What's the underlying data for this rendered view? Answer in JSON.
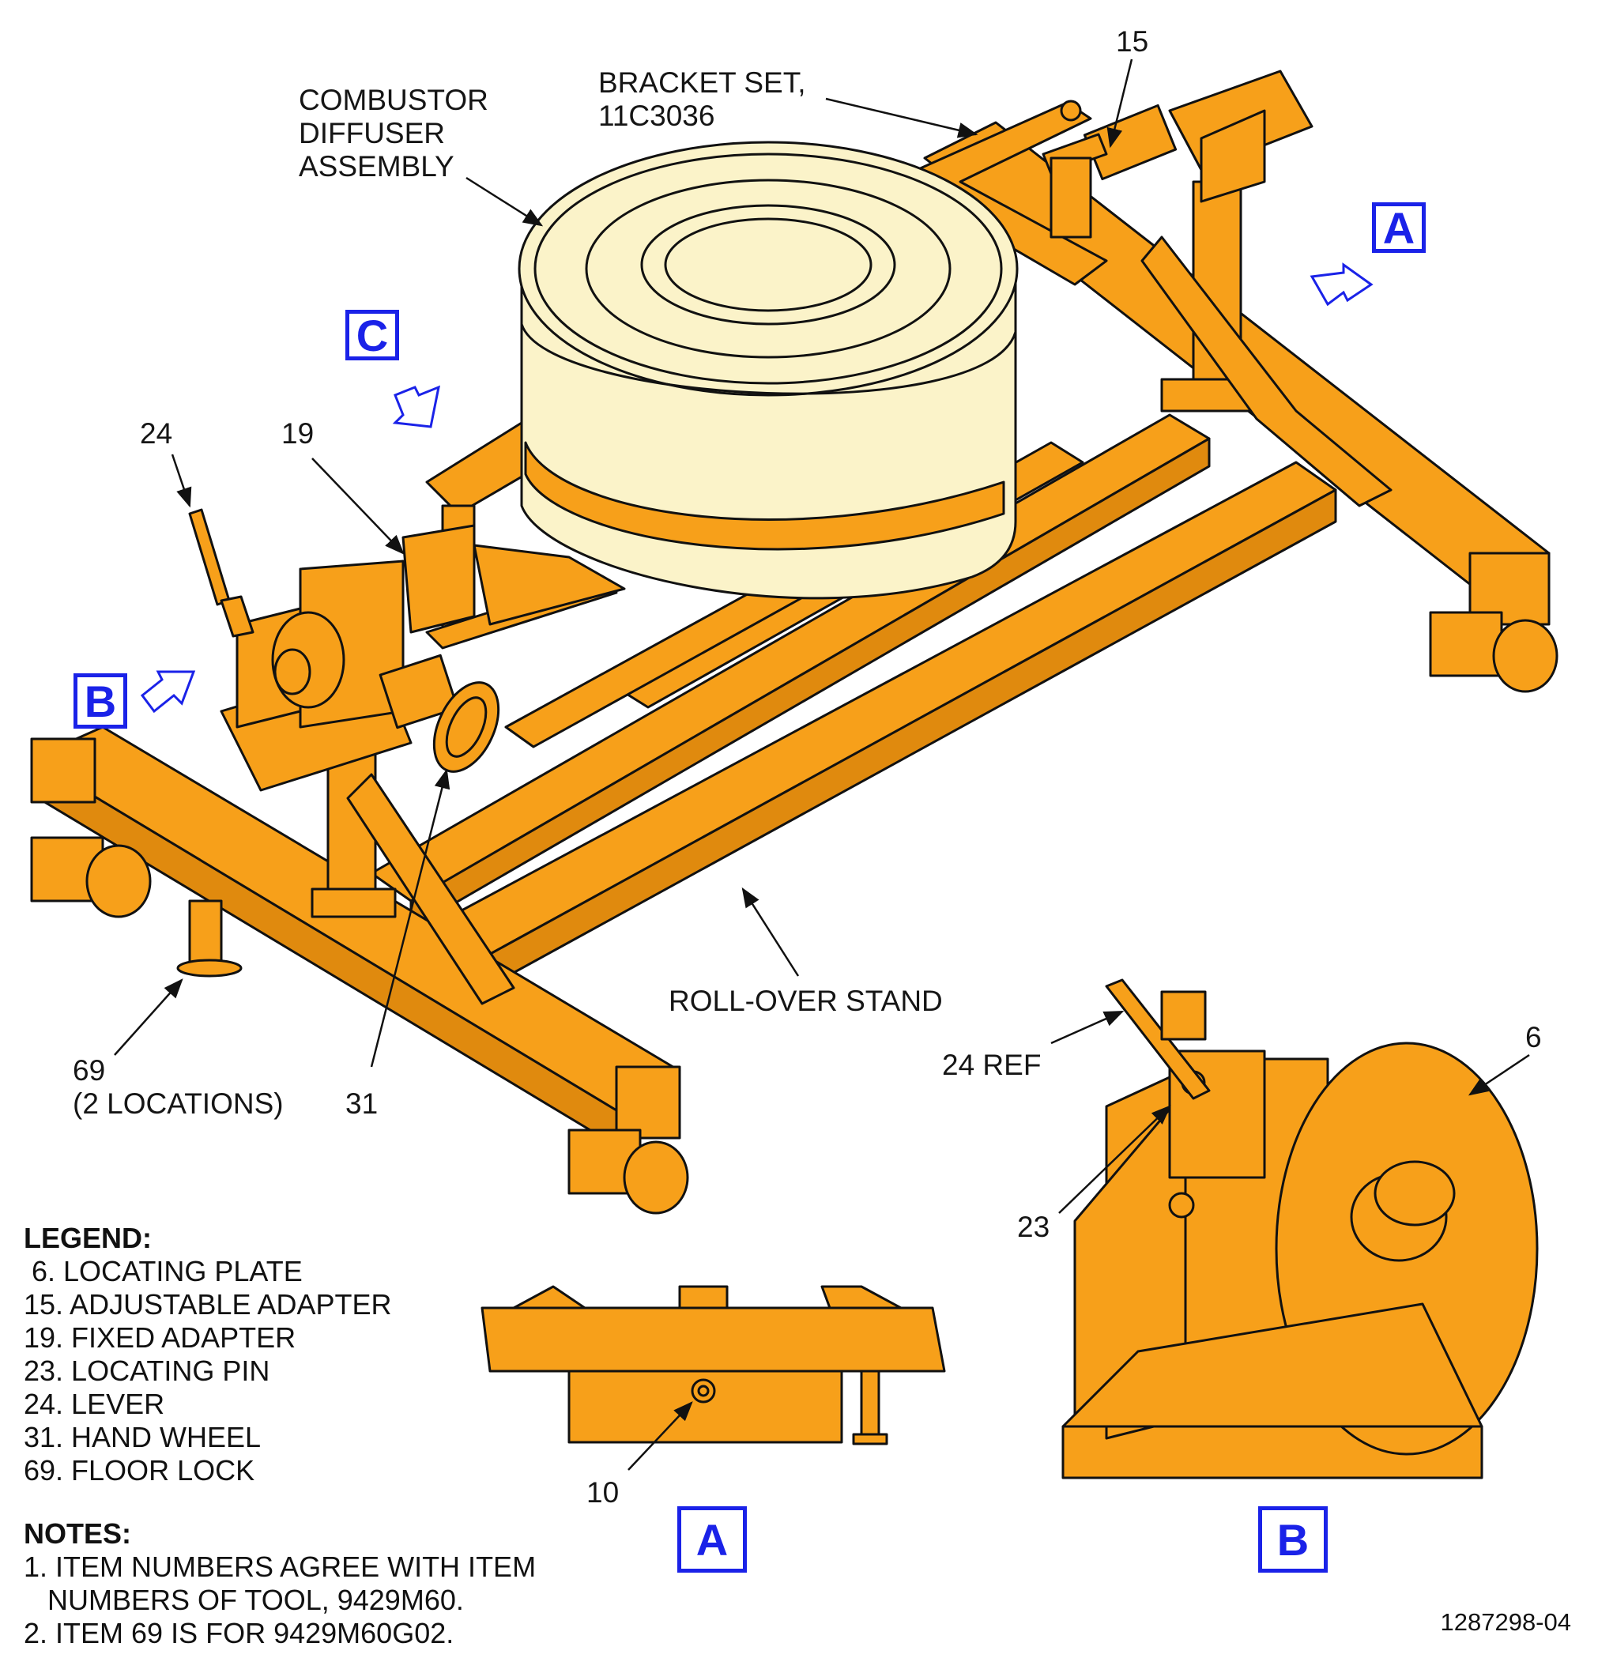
{
  "labels": {
    "item15": "15",
    "bracket_line1": "BRACKET SET,",
    "bracket_line2": "11C3036",
    "combustor_line1": "COMBUSTOR",
    "combustor_line2": "DIFFUSER",
    "combustor_line3": "ASSEMBLY",
    "item24": "24",
    "item19": "19",
    "rollover": "ROLL-OVER STAND",
    "item69": "69",
    "item69_note": "(2 LOCATIONS)",
    "item31": "31",
    "item24ref": "24 REF",
    "item6": "6",
    "item23": "23",
    "item10": "10"
  },
  "callouts": {
    "a_main": "A",
    "b_main": "B",
    "c_main": "C",
    "a_view": "A",
    "b_view": "B"
  },
  "legend": {
    "heading": "LEGEND:",
    "items": [
      " 6. LOCATING PLATE",
      "15. ADJUSTABLE ADAPTER",
      "19. FIXED ADAPTER",
      "23. LOCATING PIN",
      "24. LEVER",
      "31. HAND WHEEL",
      "69. FLOOR LOCK"
    ]
  },
  "notes": {
    "heading": "NOTES:",
    "items": [
      "1. ITEM NUMBERS AGREE WITH ITEM",
      "   NUMBERS OF TOOL, 9429M60.",
      "2. ITEM 69 IS FOR 9429M60G02."
    ]
  },
  "part_number": "1287298-04",
  "colors": {
    "stand": "#f7a01a",
    "combustor": "#fbf3c9",
    "callout": "#1a22e8",
    "line": "#111111"
  }
}
